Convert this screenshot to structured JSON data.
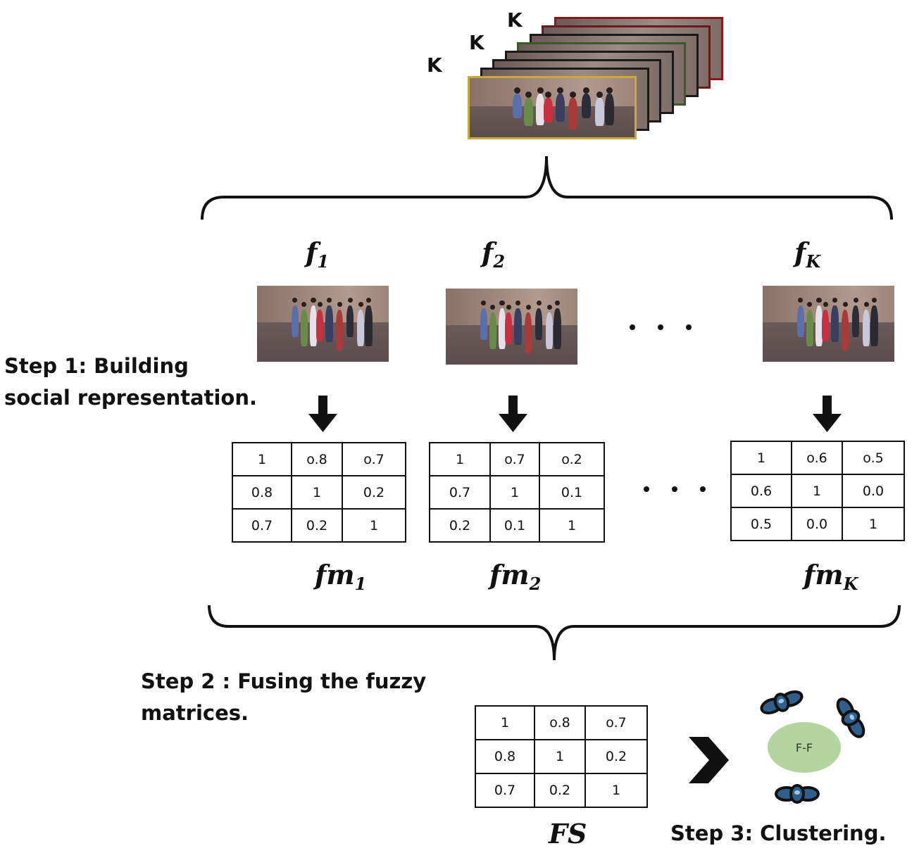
{
  "top_labels": [
    "K",
    "K",
    "K"
  ],
  "frames": [
    {
      "symbol": "f",
      "sub": "1"
    },
    {
      "symbol": "f",
      "sub": "2"
    },
    {
      "symbol": "f",
      "sub": "K"
    }
  ],
  "step1": {
    "line1": "Step 1: Building",
    "line2": "social representation."
  },
  "matrices": [
    {
      "label": {
        "symbol": "fm",
        "sub": "1"
      },
      "rows": [
        [
          "1",
          "o.8",
          "o.7"
        ],
        [
          "0.8",
          "1",
          "0.2"
        ],
        [
          "0.7",
          "0.2",
          "1"
        ]
      ]
    },
    {
      "label": {
        "symbol": "fm",
        "sub": "2"
      },
      "rows": [
        [
          "1",
          "o.7",
          "o.2"
        ],
        [
          "0.7",
          "1",
          "0.1"
        ],
        [
          "0.2",
          "0.1",
          "1"
        ]
      ]
    },
    {
      "label": {
        "symbol": "fm",
        "sub": "K"
      },
      "rows": [
        [
          "1",
          "o.6",
          "o.5"
        ],
        [
          "0.6",
          "1",
          "0.0"
        ],
        [
          "0.5",
          "0.0",
          "1"
        ]
      ]
    }
  ],
  "step2": {
    "line1": "Step 2 : Fusing the fuzzy",
    "line2": "matrices."
  },
  "fused": {
    "label": "FS",
    "rows": [
      [
        "1",
        "o.8",
        "o.7"
      ],
      [
        "0.8",
        "1",
        "0.2"
      ],
      [
        "0.7",
        "0.2",
        "1"
      ]
    ]
  },
  "cluster": {
    "center_label": "F-F",
    "center_color": "#b5d5a0",
    "agent_color": "#2f5f8a"
  },
  "step3": {
    "text": "Step 3:  Clustering."
  },
  "frame_border_colors": [
    "#c8a93a",
    "#1a1a1a",
    "#1a1a1a",
    "#1a1a1a",
    "#3a5a2a",
    "#1a1a1a",
    "#6a1a1a",
    "#8a1a1a"
  ]
}
